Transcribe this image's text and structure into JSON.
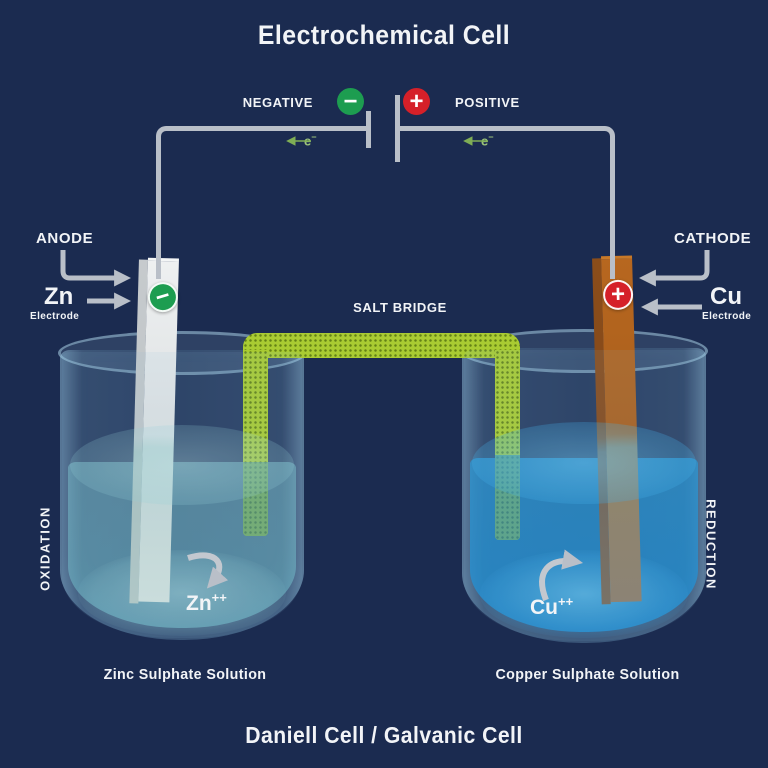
{
  "title": "Electrochemical Cell",
  "footer": "Daniell Cell / Galvanic Cell",
  "circuit": {
    "negative_label": "NEGATIVE",
    "positive_label": "POSITIVE",
    "negative_symbol": "−",
    "positive_symbol": "+",
    "electron_base": "e",
    "electron_charge": "−"
  },
  "salt_bridge": {
    "label": "SALT BRIDGE"
  },
  "left": {
    "role_label": "ANODE",
    "element_symbol": "Zn",
    "electrode_word": "Electrode",
    "terminal_symbol": "−",
    "process_label": "OXIDATION",
    "ion_base": "Zn",
    "ion_charge": "++",
    "solution_label": "Zinc Sulphate Solution"
  },
  "right": {
    "role_label": "CATHODE",
    "element_symbol": "Cu",
    "electrode_word": "Electrode",
    "terminal_symbol": "+",
    "process_label": "REDUCTION",
    "ion_base": "Cu",
    "ion_charge": "++",
    "solution_label": "Copper Sulphate Solution"
  },
  "colors": {
    "background": "#1B2B50",
    "wire": "#B9BFC8",
    "text": "#F2F4F7",
    "negative_badge": "#1D9D50",
    "positive_badge": "#D52029",
    "electron_green": "#9CC47A",
    "salt_bridge_green": "#A9CB32",
    "zinc_solution": "#7FC3CC",
    "copper_solution": "#2AA0DD",
    "zinc_electrode": "#E0E3E4",
    "copper_electrode": "#B2641F"
  }
}
